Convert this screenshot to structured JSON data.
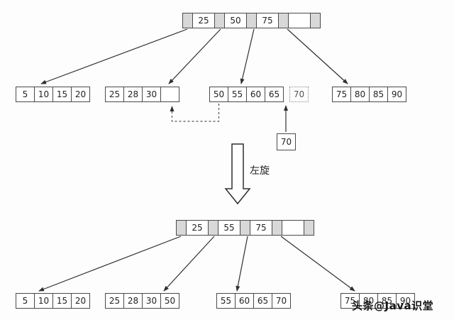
{
  "labels": {
    "rotation": "左旋",
    "watermark": "头条@Java识堂"
  },
  "top": {
    "root": {
      "keys": [
        "25",
        "50",
        "75",
        ""
      ]
    },
    "leaves": [
      {
        "keys": [
          "5",
          "10",
          "15",
          "20"
        ]
      },
      {
        "keys": [
          "25",
          "28",
          "30",
          ""
        ]
      },
      {
        "keys": [
          "50",
          "55",
          "60",
          "65"
        ]
      },
      {
        "keys": [
          "75",
          "80",
          "85",
          "90"
        ]
      }
    ],
    "pending_cell": "70",
    "insert_value": "70"
  },
  "bottom": {
    "root": {
      "keys": [
        "25",
        "55",
        "75",
        ""
      ]
    },
    "leaves": [
      {
        "keys": [
          "5",
          "10",
          "15",
          "20"
        ]
      },
      {
        "keys": [
          "25",
          "28",
          "30",
          "50"
        ]
      },
      {
        "keys": [
          "55",
          "60",
          "65",
          "70"
        ]
      },
      {
        "keys": [
          "75",
          "80",
          "85",
          "90"
        ]
      }
    ]
  },
  "colors": {
    "pointer_fill": "#d8d8d8",
    "cell_border": "#4a4a4a",
    "arrow": "#2f2f2f"
  }
}
